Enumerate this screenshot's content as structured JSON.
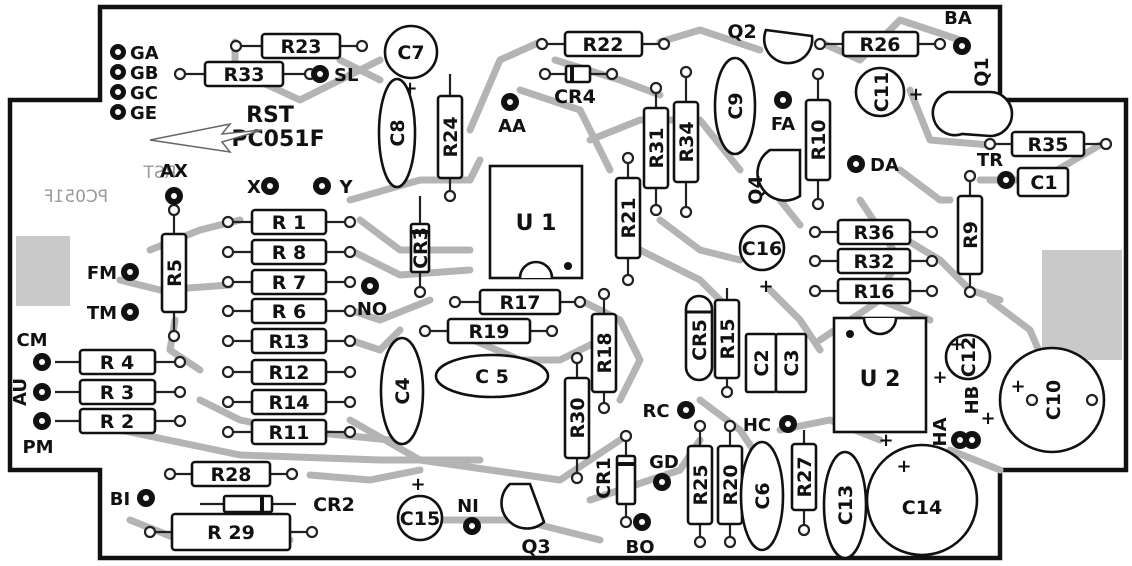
{
  "board": {
    "title_line1": "RST",
    "title_line2": "PC051F",
    "mirror_line1": "RST",
    "mirror_line2": "PC051F",
    "outline_color": "#111111",
    "trace_color": "#b4b4b4"
  },
  "resistors": {
    "R23": "R23",
    "R33": "R33",
    "R22": "R22",
    "R26": "R26",
    "R24": "R24",
    "R31": "R31",
    "R34": "R34",
    "R10": "R10",
    "R35": "R35",
    "R21": "R21",
    "R9": "R9",
    "R36": "R36",
    "R32": "R32",
    "R16": "R16",
    "R1": "R 1",
    "R8": "R 8",
    "R7": "R 7",
    "R6": "R 6",
    "R13": "R13",
    "R12": "R12",
    "R14": "R14",
    "R11": "R11",
    "R5": "R5",
    "R4": "R 4",
    "R3": "R 3",
    "R2": "R 2",
    "R17": "R17",
    "R19": "R19",
    "R18": "R18",
    "R15": "R15",
    "R30": "R30",
    "R28": "R28",
    "R29": "R 29",
    "R25": "R25",
    "R20": "R20",
    "R27": "R27"
  },
  "capacitors": {
    "C7": "C7",
    "C8": "C8",
    "C9": "C9",
    "C11": "C11",
    "C1": "C1",
    "C16": "C16",
    "C4": "C4",
    "C5": "C 5",
    "C2": "C2",
    "C3": "C3",
    "C12": "C12",
    "C10": "C10",
    "C6": "C6",
    "C13": "C13",
    "C14": "C14",
    "C15": "C15"
  },
  "diodes": {
    "CR4": "CR4",
    "CR3": "CR3",
    "CR5": "CR5",
    "CR1": "CR1",
    "CR2": "CR2"
  },
  "transistors": {
    "Q1": "Q1",
    "Q2": "Q2",
    "Q3": "Q3",
    "Q4": "Q4"
  },
  "ics": {
    "U1": "U 1",
    "U2": "U 2"
  },
  "pads": {
    "GA": "GA",
    "GB": "GB",
    "GC": "GC",
    "GE": "GE",
    "SL": "SL",
    "AA": "AA",
    "FA": "FA",
    "BA": "BA",
    "DA": "DA",
    "TR": "TR",
    "AX": "AX",
    "X": "X",
    "Y": "Y",
    "FM": "FM",
    "TM": "TM",
    "NO": "NO",
    "CM": "CM",
    "AU": "AU",
    "PM": "PM",
    "RC": "RC",
    "HC": "HC",
    "HB": "HB",
    "HA": "HA",
    "GD": "GD",
    "BI": "BI",
    "NI": "NI",
    "BO": "BO"
  },
  "polarity": {
    "plus": "+"
  }
}
